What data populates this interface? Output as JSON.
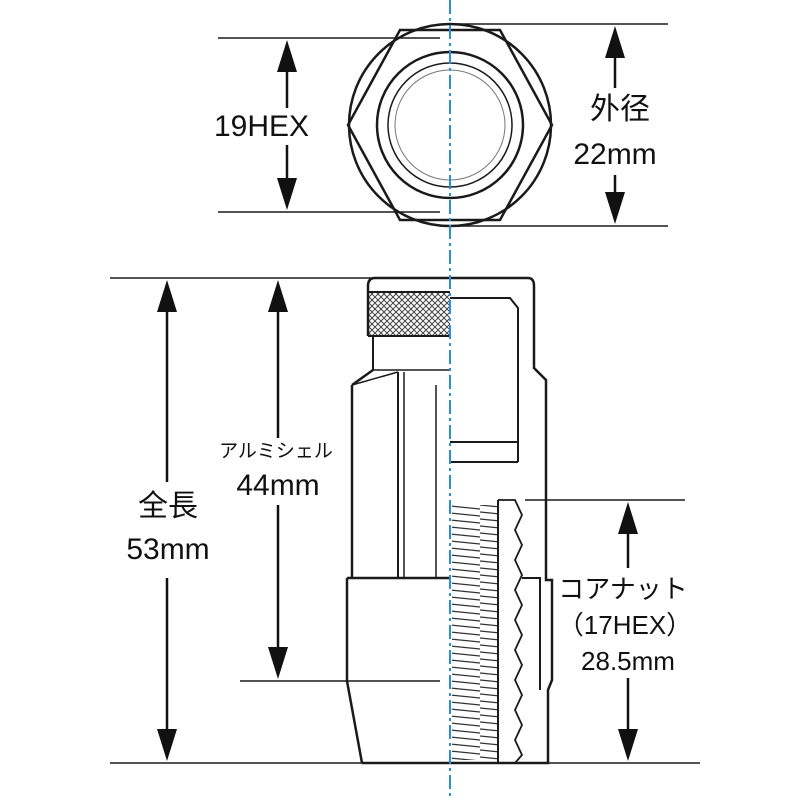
{
  "top_view": {
    "hex_label": "19HEX",
    "outer_label": "外径",
    "outer_value": "22mm"
  },
  "side_view": {
    "total_label": "全長",
    "total_value": "53mm",
    "shell_label": "アルミシェル",
    "shell_value": "44mm",
    "core_label": "コアナット",
    "core_hex": "（17HEX）",
    "core_value": "28.5mm"
  },
  "colors": {
    "line": "#1a1a1a",
    "centerline": "#2a8fd6",
    "knurl": "#555555"
  }
}
